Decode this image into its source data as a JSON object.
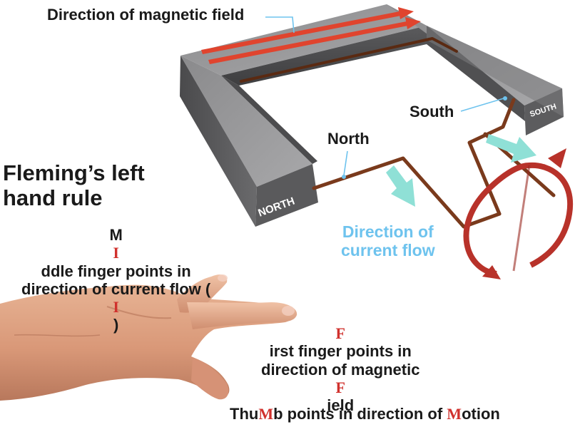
{
  "diagram": {
    "title_lines": [
      "Fleming’s left",
      "hand rule"
    ],
    "magnetic_field_label": "Direction of magnetic field",
    "current_flow_label_lines": [
      "Direction of",
      "current flow"
    ],
    "pole_labels": {
      "north_text": "North",
      "south_text": "South",
      "north_block": "NORTH",
      "south_block": "SOUTH"
    },
    "middle_finger": {
      "line1": {
        "pre": "M",
        "mark": "I",
        "post": "ddle finger points in"
      },
      "line2": {
        "pre": "direction of current flow (",
        "mark": "I",
        "post": ")"
      }
    },
    "first_finger": {
      "line1": {
        "mark": "F",
        "post": "irst finger points in"
      },
      "line2": {
        "pre": "direction of magnetic ",
        "mark": "F",
        "post": "ield"
      }
    },
    "thumb": {
      "pre": "Thu",
      "mark": "M",
      "mid": "b points in direction of ",
      "mark2": "M",
      "post": "otion"
    },
    "colors": {
      "highlight": "#d0312d",
      "current_label": "#6ec3ee",
      "field_arrow": "#e0442e",
      "motion_arrow": "#b8322a",
      "current_arrow": "#8fe0d6",
      "magnet": "#6e6e70",
      "wire": "#7a3a1c",
      "skin": "#e3a888"
    }
  }
}
